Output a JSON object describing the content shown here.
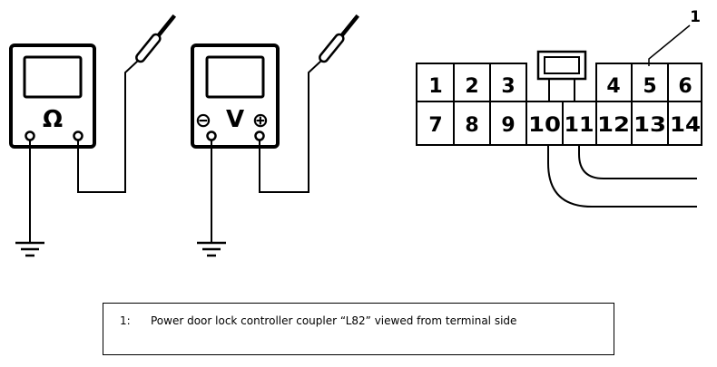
{
  "ohmmeter": {
    "symbol": "Ω"
  },
  "voltmeter": {
    "symbol": "V",
    "neg": "⊖",
    "pos": "⊕"
  },
  "connector": {
    "top_pins": [
      "1",
      "2",
      "3",
      "4",
      "5",
      "6"
    ],
    "bottom_pins": [
      "7",
      "8",
      "9",
      "10",
      "11",
      "12",
      "13",
      "14"
    ]
  },
  "callout": {
    "number": "1"
  },
  "legend": {
    "items": [
      {
        "num": "1:",
        "text": "Power door lock controller coupler “L82” viewed from terminal side"
      }
    ]
  }
}
